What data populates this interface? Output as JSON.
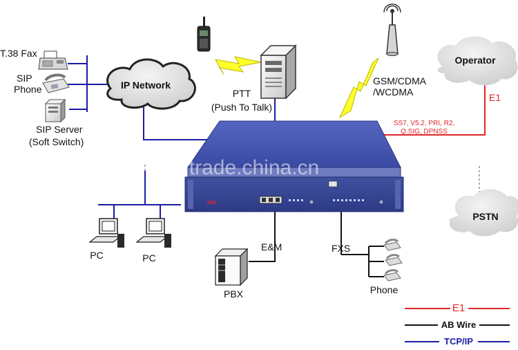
{
  "nodes": {
    "fax": "T.38 Fax",
    "sip_phone": [
      "SIP",
      "Phone"
    ],
    "sip_server": [
      "SIP Server",
      "(Soft Switch)"
    ],
    "ip_network": "IP Network",
    "ptt": [
      "PTT",
      "(Push To Talk)"
    ],
    "gsm": [
      "GSM/CDMA",
      "/WCDMA"
    ],
    "operator": "Operator",
    "e1": "E1",
    "protocols": [
      "SS7,  V5.2, PRI, R2,",
      "Q.SIG, DPNSS"
    ],
    "pstn": "PSTN",
    "pc_left": "PC",
    "pc_right": "PC",
    "em": "E&M",
    "pbx": "PBX",
    "fxs": "FXS",
    "phone": "Phone"
  },
  "device": {
    "brand": "DBL",
    "watermark": "trade.china.cn"
  },
  "legend": [
    {
      "label": "E1",
      "color": "#e0262a"
    },
    {
      "label": "AB Wire",
      "color": "#111111"
    },
    {
      "label": "TCP/IP",
      "color": "#1a1aa8"
    }
  ],
  "colors": {
    "tcp_ip": "#1a1aa8",
    "e1": "#e0262a",
    "ab_wire": "#111111",
    "device_blue": "#3d4ea6",
    "cloud": "#e6e6e6",
    "lightning": "#ffff2a"
  }
}
